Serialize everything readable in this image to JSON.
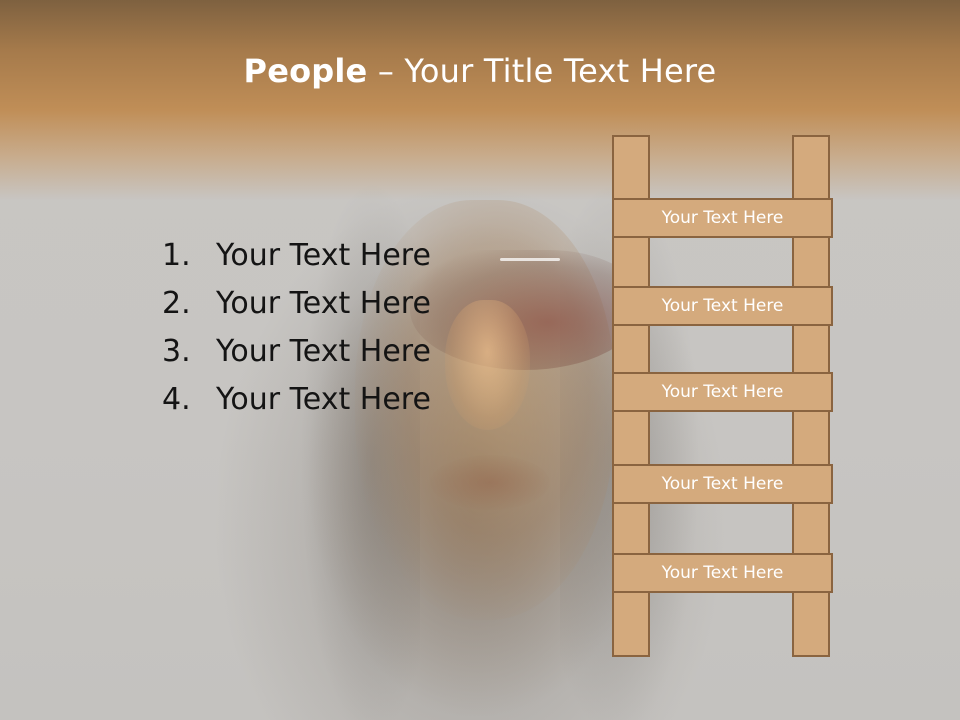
{
  "title": {
    "bold": "People",
    "rest": " – Your Title Text Here"
  },
  "list": [
    {
      "number": "1.",
      "text": "Your Text Here"
    },
    {
      "number": "2.",
      "text": "Your Text Here"
    },
    {
      "number": "3.",
      "text": "Your Text Here"
    },
    {
      "number": "4.",
      "text": "Your Text Here"
    }
  ],
  "ladder": {
    "rungs": [
      "Your Text Here",
      "Your Text Here",
      "Your Text Here",
      "Your Text Here",
      "Your Text Here"
    ]
  },
  "colors": {
    "accent": "#c08e57",
    "ladder_fill": "#d4aa7d",
    "ladder_border": "#8a6440"
  }
}
